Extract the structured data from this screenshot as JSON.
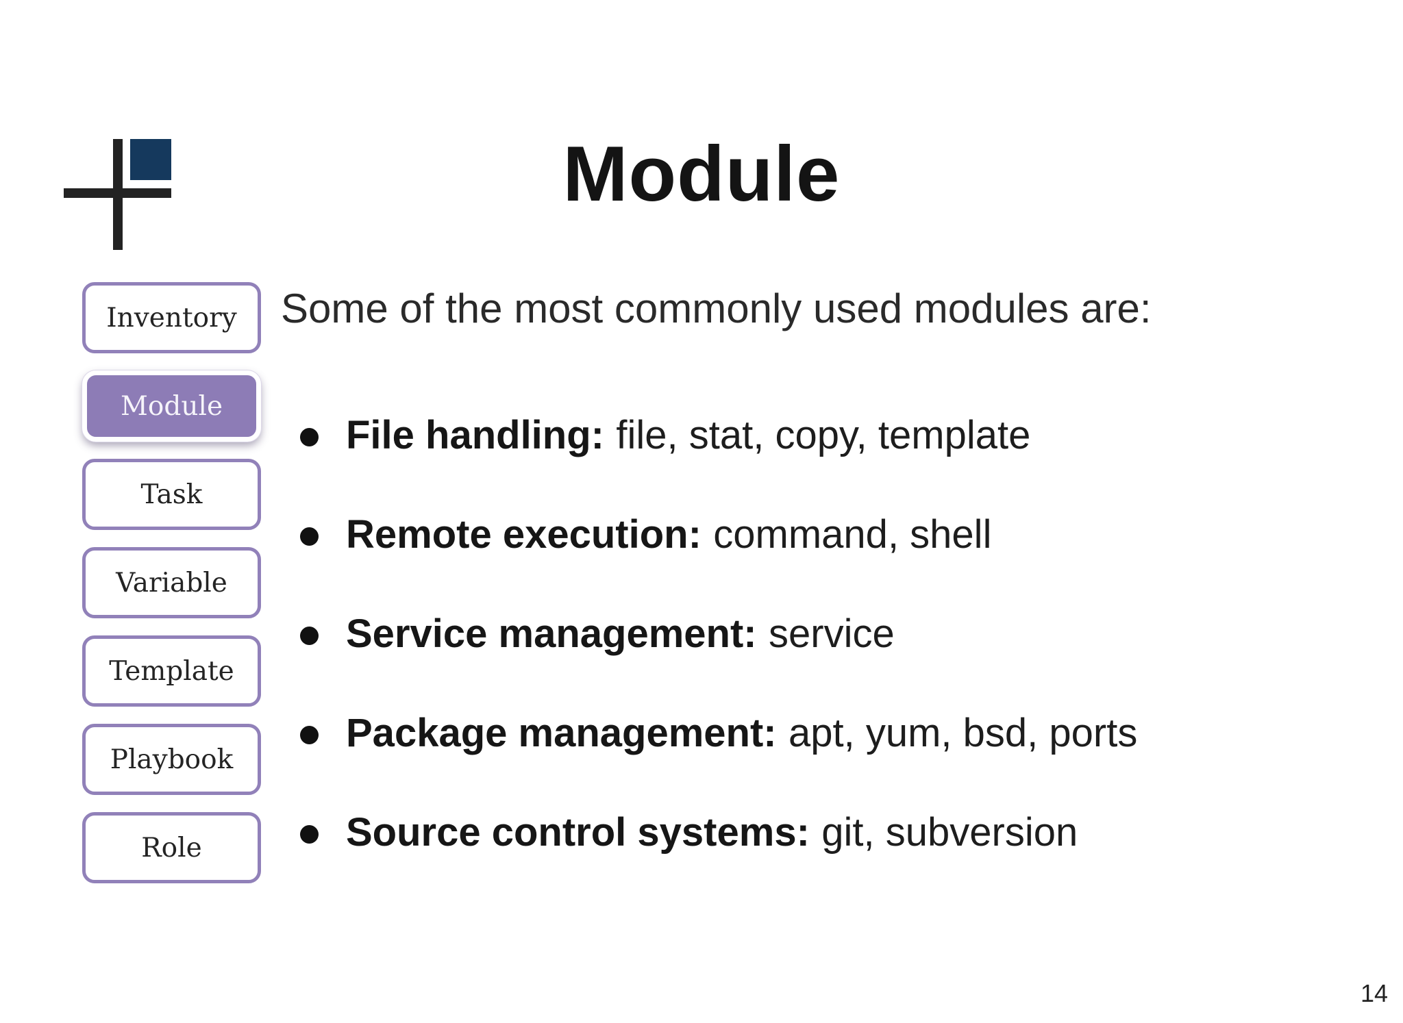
{
  "title": "Module",
  "page": {
    "number": "14"
  },
  "logo": {
    "description": "black plus-cross with dark navy square",
    "cross_color": "#232323",
    "square_color": "#15395d"
  },
  "sidebar": {
    "border_color": "#9181b9",
    "active_fill": "#8d7cb6",
    "items": [
      {
        "label": "Inventory",
        "active": false
      },
      {
        "label": "Module",
        "active": true
      },
      {
        "label": "Task",
        "active": false
      },
      {
        "label": "Variable",
        "active": false
      },
      {
        "label": "Template",
        "active": false
      },
      {
        "label": "Playbook",
        "active": false
      },
      {
        "label": "Role",
        "active": false
      }
    ]
  },
  "content": {
    "intro": "Some of the most commonly used modules are:",
    "bullets": [
      {
        "label": "File handling:",
        "items": "file, stat, copy, template"
      },
      {
        "label": "Remote execution:",
        "items": "command, shell"
      },
      {
        "label": "Service management:",
        "items": "service"
      },
      {
        "label": "Package management:",
        "items": "apt, yum, bsd, ports"
      },
      {
        "label": "Source control systems:",
        "items": "git, subversion"
      }
    ]
  }
}
